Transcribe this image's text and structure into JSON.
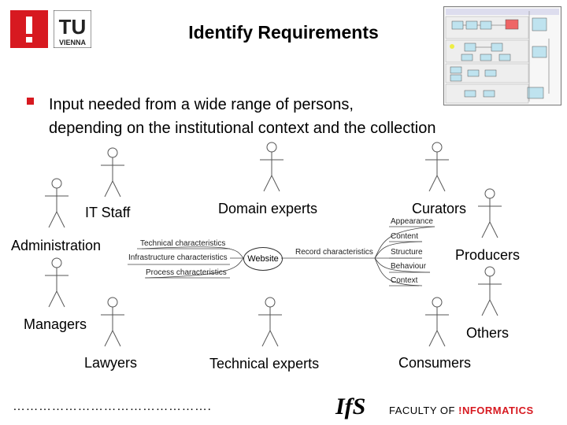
{
  "header": {
    "title": "Identify Requirements",
    "logo_tu_text": "TU",
    "logo_vienna_text": "VIENNA"
  },
  "bullet": {
    "text": "Input needed from a wide range of persons,\ndepending on the institutional context and the collection"
  },
  "roles": {
    "it_staff": "IT Staff",
    "domain_experts": "Domain experts",
    "curators": "Curators",
    "administration": "Administration",
    "producers": "Producers",
    "managers": "Managers",
    "others": "Others",
    "lawyers": "Lawyers",
    "technical_experts": "Technical experts",
    "consumers": "Consumers"
  },
  "mindmap": {
    "center": "Website",
    "left_branches": [
      "Technical characteristics",
      "Infrastructure characteristics",
      "Process characteristics"
    ],
    "right_branch": "Record characteristics",
    "right_leaves": [
      "Appearance",
      "Content",
      "Structure",
      "Behaviour",
      "Context"
    ]
  },
  "footer": {
    "dots": "……………………………………….",
    "ifs_logo": "IfS",
    "faculty_of": "FACULTY OF",
    "informatics": "!NFORMATICS"
  },
  "colors": {
    "accent_red": "#d71920",
    "thumbnail_box": "#bfe3ef"
  }
}
